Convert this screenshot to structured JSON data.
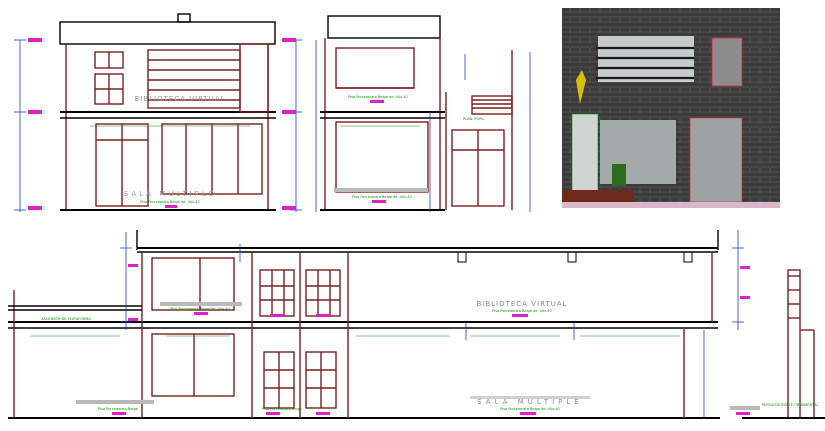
{
  "colors": {
    "wall": "#7a1e1e",
    "cut": "#000000",
    "dim": "#1a3fd6",
    "dim_tick": "#0a8a0a",
    "tag": "#e020c8",
    "grey_bar": "#b9b9b9",
    "brick": "#3b3b3b",
    "glass": "#9aa0a0"
  },
  "labels": {
    "biblioteca_virtual_upper": "BIBLIOTECA VIRTUAL",
    "sala_multiple_upper": "SALA MULTIPLE",
    "biblioteca_virtual_lower": "BIBLIOTECA VIRTUAL",
    "sala_multiple_lower": "SALA MULTIPLE",
    "plan_note_1": "Piso Porcelanato Beige de .40x.40",
    "plan_note_2": "Piso Porcelanato Beige de .40x.40",
    "plan_note_3": "Piso Porcelanato Beige de .40x.40",
    "plan_note_4": "Piso Porcelanato Beige de .40x.40",
    "plan_note_5": "Piso Porcelanato Beige de .40x.40",
    "plan_note_6": "Piso Porcelanato Beige de .40x.40",
    "plan_note_7": "Piso Porcelanato Beige",
    "plan_note_8": "Piso Porcelanato Beige",
    "plan_note_9": "Piso Porcelanato Beige de .40x.40",
    "left_label": "ASCENSOR DE PLATAFORMA",
    "right_label": "REPISA DE ROBLE ORNAMENTAL",
    "corner_label": "PLAN. PORC."
  }
}
